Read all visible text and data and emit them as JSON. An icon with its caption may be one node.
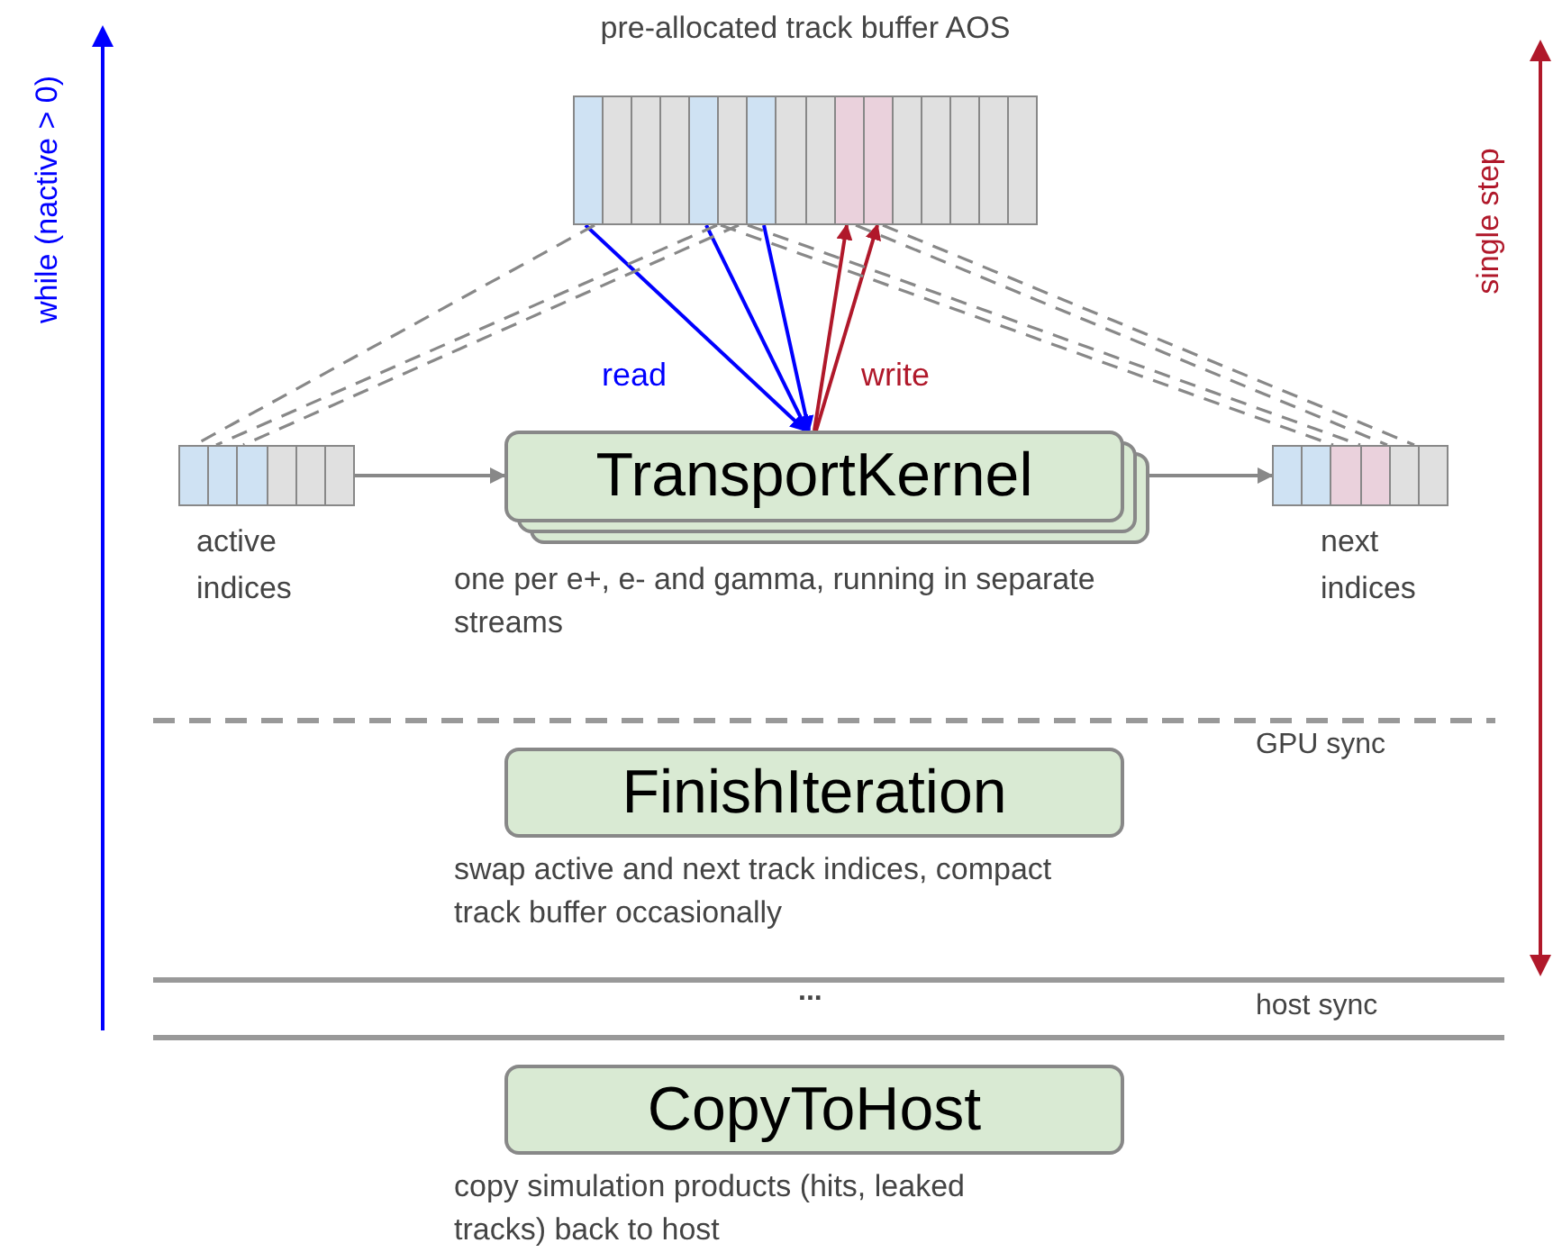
{
  "diagram": {
    "nodes": [
      {
        "text": [
          "pre-allocated track buffer AOS"
        ]
      },
      {
        "text": [],
        "shape": "bar",
        "beside": [
          "active indices"
        ]
      },
      {
        "text": [
          "TransportKernel"
        ],
        "beside": [
          "one per e+, e- and gamma, running in separate streams"
        ]
      },
      {
        "text": [],
        "shape": "bar",
        "beside": [
          "next indices"
        ]
      },
      {
        "text": [
          "FinishIteration"
        ],
        "beside": [
          "swap active and next track indices, compact track buffer occasionally"
        ]
      },
      {
        "text": [
          "CopyToHost"
        ],
        "beside": [
          "copy simulation products (hits, leaked tracks) back to host"
        ]
      }
    ],
    "edges": [
      {
        "from": 1,
        "to": 2,
        "arrow": "to"
      },
      {
        "from": 2,
        "to": 3,
        "arrow": "to"
      },
      {
        "from": 0,
        "to": 2,
        "arrow": "to",
        "label": "read",
        "color": "#0000ff"
      },
      {
        "from": 0,
        "to": 2,
        "arrow": "to",
        "color": "#0000ff"
      },
      {
        "from": 0,
        "to": 2,
        "arrow": "to",
        "color": "#0000ff"
      },
      {
        "from": 2,
        "to": 0,
        "arrow": "to",
        "label": "write",
        "color": "#b0182a"
      },
      {
        "from": 2,
        "to": 0,
        "arrow": "to",
        "color": "#b0182a"
      },
      {
        "from": 0,
        "to": 1,
        "arrow": "none",
        "style": "dashed"
      },
      {
        "from": 0,
        "to": 1,
        "arrow": "none",
        "style": "dashed"
      },
      {
        "from": 0,
        "to": 1,
        "arrow": "none",
        "style": "dashed"
      },
      {
        "from": 0,
        "to": 3,
        "arrow": "none",
        "style": "dashed"
      },
      {
        "from": 0,
        "to": 3,
        "arrow": "none",
        "style": "dashed"
      },
      {
        "from": 0,
        "to": 3,
        "arrow": "none",
        "style": "dashed"
      },
      {
        "from": 0,
        "to": 3,
        "arrow": "none",
        "style": "dashed"
      }
    ],
    "labels": [
      "while (nactive > 0)",
      "single step",
      "GPU sync",
      "...",
      "host sync"
    ]
  }
}
